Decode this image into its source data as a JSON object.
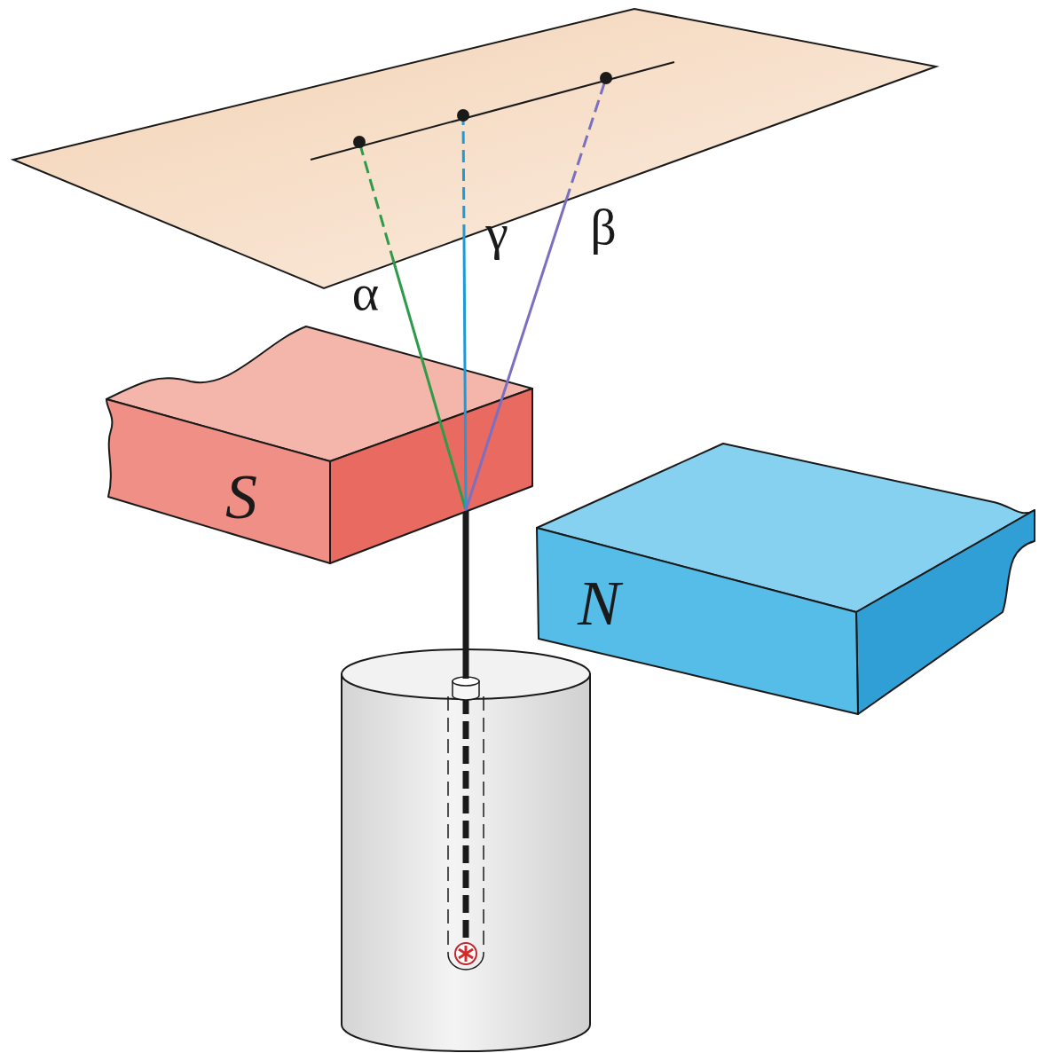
{
  "diagram": {
    "nodes": [
      {
        "text": [
          "S"
        ]
      },
      {
        "text": [
          "N"
        ]
      }
    ],
    "labels": [
      "α",
      "γ",
      "β"
    ]
  }
}
